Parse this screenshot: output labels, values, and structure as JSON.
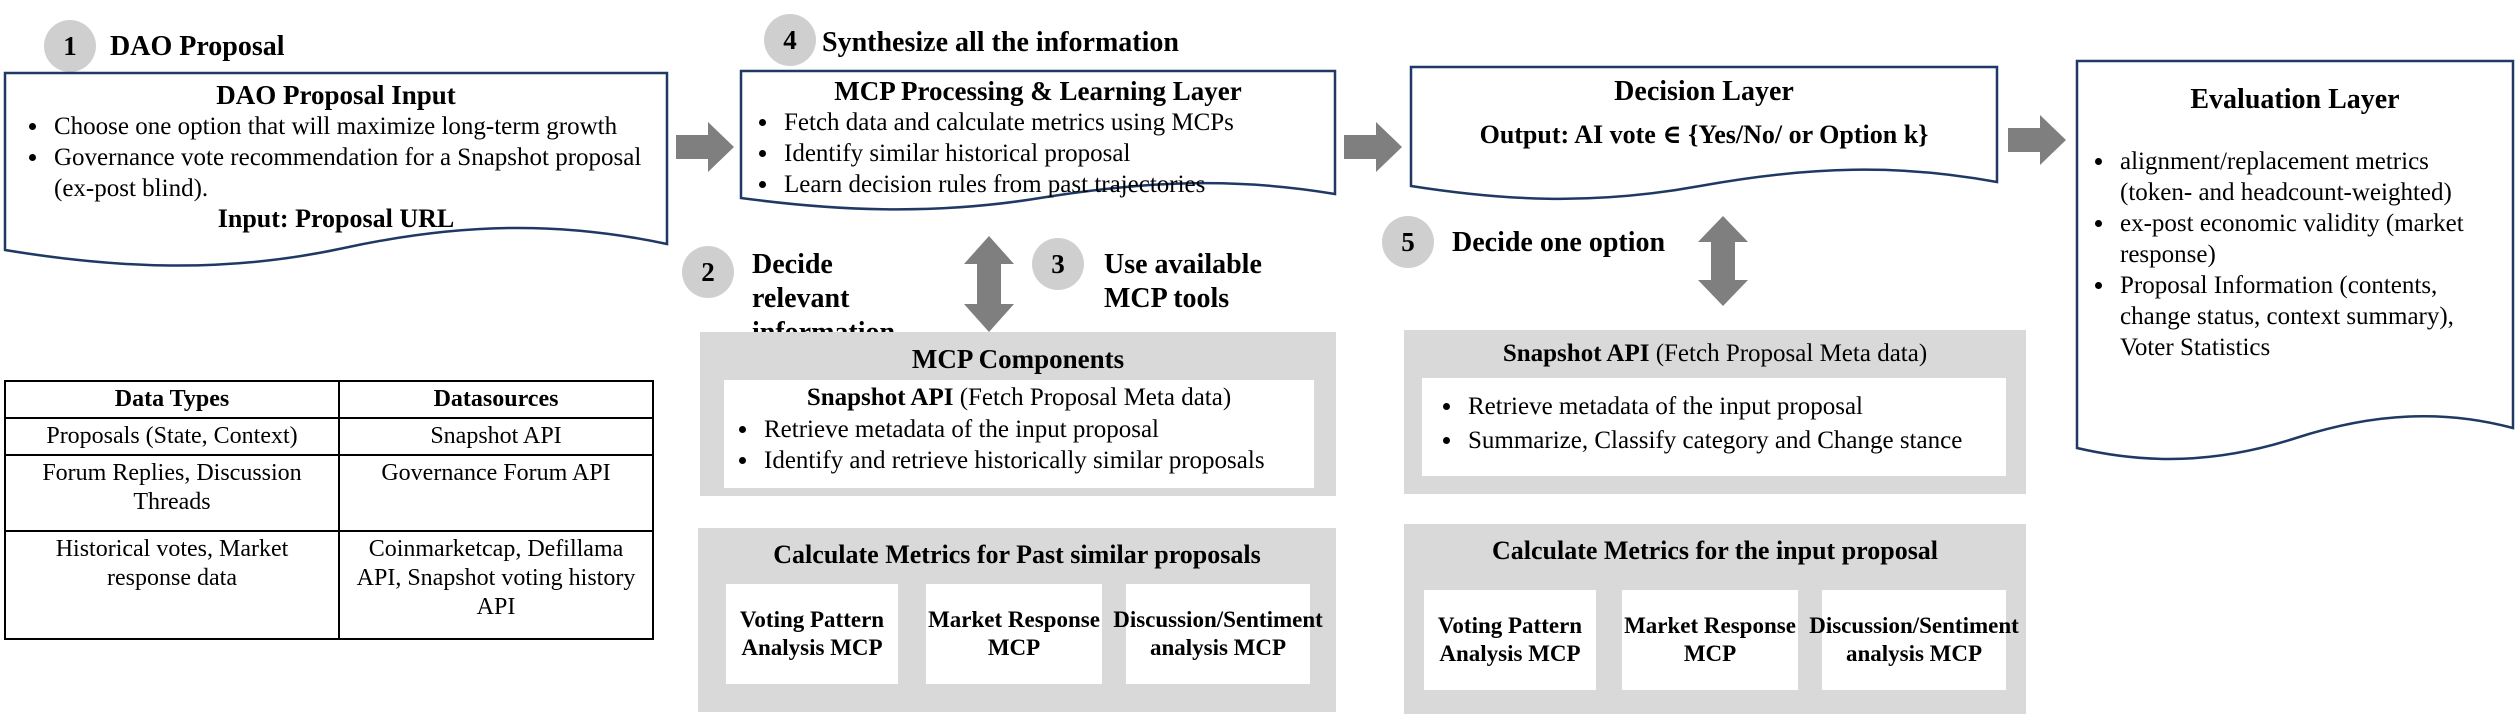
{
  "steps": [
    {
      "num": "1",
      "label": "DAO Proposal"
    },
    {
      "num": "4",
      "label": "Synthesize all the information"
    },
    {
      "num": "2",
      "label": "Decide relevant information"
    },
    {
      "num": "3",
      "label": "Use available MCP tools"
    },
    {
      "num": "5",
      "label": "Decide one option"
    }
  ],
  "input_box": {
    "title": "DAO Proposal Input",
    "bullets": [
      "Choose one option that will maximize long-term growth",
      "Governance vote recommendation for a Snapshot proposal (ex-post blind)."
    ],
    "footer": "Input: Proposal URL"
  },
  "processing_box": {
    "title": "MCP Processing & Learning Layer",
    "bullets": [
      "Fetch data and calculate metrics using MCPs",
      "Identify similar historical proposal",
      "Learn decision rules from past trajectories"
    ]
  },
  "decision_box": {
    "title": "Decision Layer",
    "output": "Output: AI vote ∈ {Yes/No/ or Option k}"
  },
  "evaluation_box": {
    "title": "Evaluation Layer",
    "bullets": [
      "alignment/replacement metrics (token- and headcount-weighted)",
      "ex-post economic validity (market response)",
      "Proposal Information (contents, change status, context summary), Voter Statistics"
    ]
  },
  "mcp_components": {
    "title": "MCP Components",
    "api_bold": "Snapshot API",
    "api_rest": " (Fetch Proposal Meta data)",
    "bullets": [
      "Retrieve metadata of the input proposal",
      "Identify and retrieve historically similar proposals"
    ]
  },
  "past_metrics": {
    "title": "Calculate Metrics for Past similar proposals",
    "cards": [
      "Voting Pattern Analysis MCP",
      "Market Response MCP",
      "Discussion/Sentiment analysis MCP"
    ]
  },
  "snapshot_right": {
    "api_bold": "Snapshot API",
    "api_rest": " (Fetch Proposal Meta data)",
    "bullets": [
      "Retrieve metadata of the input proposal",
      "Summarize, Classify category and Change stance"
    ]
  },
  "input_metrics": {
    "title": "Calculate Metrics for the input proposal",
    "cards": [
      "Voting Pattern Analysis MCP",
      "Market Response MCP",
      "Discussion/Sentiment analysis MCP"
    ]
  },
  "datasource_table": {
    "headers": [
      "Data Types",
      "Datasources"
    ],
    "rows": [
      [
        "Proposals (State, Context)",
        "Snapshot API"
      ],
      [
        "Forum Replies, Discussion Threads",
        "Governance Forum API"
      ],
      [
        "Historical votes, Market response data",
        "Coinmarketcap, Defillama API, Snapshot voting history API"
      ]
    ]
  },
  "colors": {
    "box_border": "#1f3864",
    "arrow": "#7f7f7f",
    "panel": "#d9d9d9",
    "circle": "#cfcfcf"
  }
}
